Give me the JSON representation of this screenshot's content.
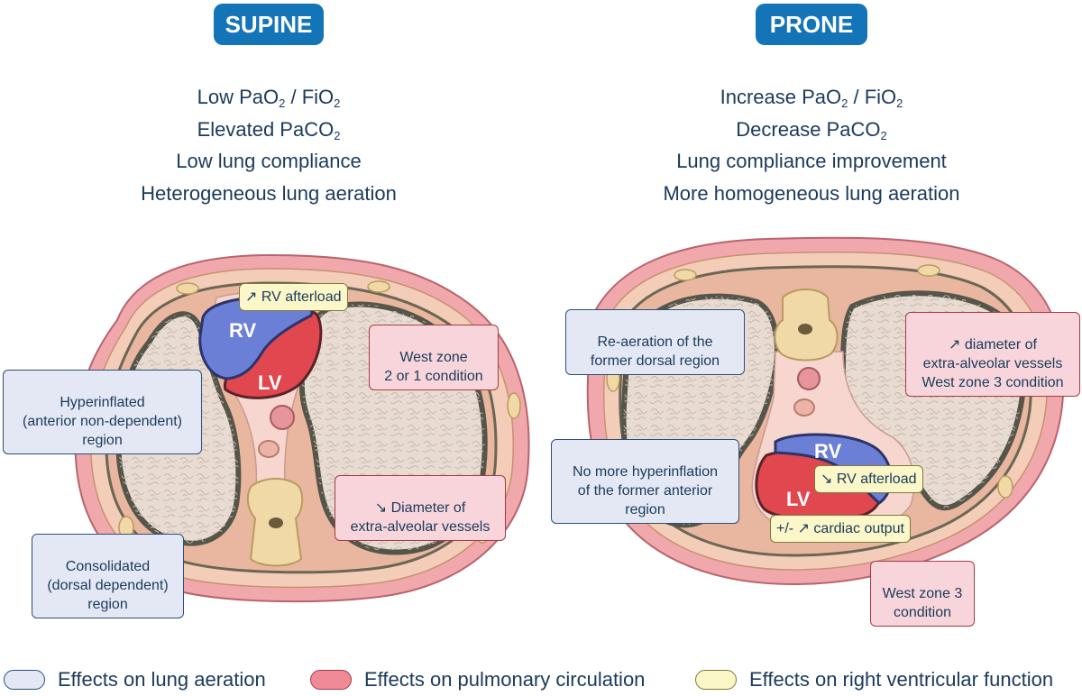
{
  "supine": {
    "title": "SUPINE",
    "effects": [
      {
        "pre": "Low PaO",
        "s1": "2",
        "mid": " / FiO",
        "s2": "2"
      },
      {
        "pre": "Elevated PaCO",
        "s1": "2"
      },
      {
        "pre": "Low lung compliance"
      },
      {
        "pre": "Heterogeneous lung aeration"
      }
    ],
    "labels": {
      "rv_afterload": "↗ RV afterload",
      "west_zone": "West zone\n2 or 1 condition",
      "hyperinflated": "Hyperinflated\n(anterior non-dependent)\nregion",
      "diameter": "↘ Diameter of\nextra-alveolar vessels",
      "consolidated": "Consolidated\n(dorsal dependent)\nregion"
    },
    "chambers": {
      "rv": "RV",
      "lv": "LV"
    }
  },
  "prone": {
    "title": "PRONE",
    "effects": [
      {
        "pre": "Increase PaO",
        "s1": "2",
        "mid": " / FiO",
        "s2": "2"
      },
      {
        "pre": "Decrease PaCO",
        "s1": "2"
      },
      {
        "pre": "Lung compliance improvement"
      },
      {
        "pre": "More homogeneous lung aeration"
      }
    ],
    "labels": {
      "reaeration": "Re-aeration of the\nformer dorsal region",
      "diameter": "↗ diameter of\nextra-alveolar vessels\nWest zone 3 condition",
      "no_hyperinflation": "No more hyperinflation\nof the former anterior\nregion",
      "rv_afterload": "↘ RV afterload",
      "cardiac_output": "+/- ↗ cardiac output",
      "west_zone": "West zone 3\ncondition"
    },
    "chambers": {
      "rv": "RV",
      "lv": "LV"
    }
  },
  "legend": [
    {
      "label": "Effects on lung aeration",
      "color": "#e3e8f4",
      "border": "#2d4f7c"
    },
    {
      "label": "Effects on pulmonary circulation",
      "color": "#f08a96",
      "border": "#a53a48"
    },
    {
      "label": "Effects on right ventricular function",
      "color": "#fbf7c8",
      "border": "#7d7a3b"
    }
  ],
  "colors": {
    "title_pill": "#1474b8",
    "text": "#1b3a5c",
    "skin": "#f1a8ad",
    "subcutaneous": "#f3cdb8",
    "muscle": "#e9b79f",
    "bone": "#f0d9a6",
    "lung": "#e8dcd2",
    "pleura": "#55554a",
    "mediastinum": "#f6d6cf",
    "rv": "#6b7fd6",
    "lv": "#e0474f"
  }
}
